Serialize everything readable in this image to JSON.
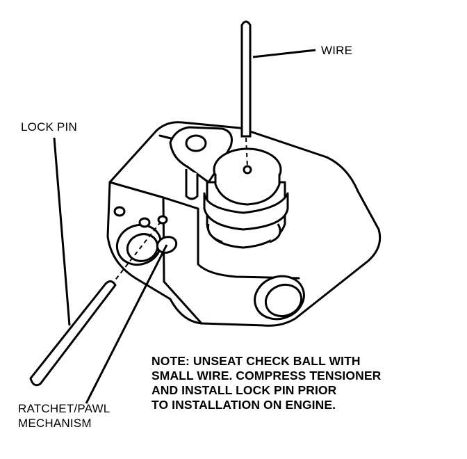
{
  "labels": {
    "wire": "WIRE",
    "lock_pin": "LOCK PIN",
    "ratchet_line1": "RATCHET/PAWL",
    "ratchet_line2": "MECHANISM"
  },
  "note": {
    "lines": [
      "NOTE: UNSEAT CHECK BALL WITH",
      "SMALL WIRE. COMPRESS TENSIONER",
      "AND INSTALL LOCK PIN PRIOR",
      "TO INSTALLATION ON ENGINE."
    ]
  },
  "colors": {
    "ink": "#000000",
    "paper": "#ffffff"
  }
}
